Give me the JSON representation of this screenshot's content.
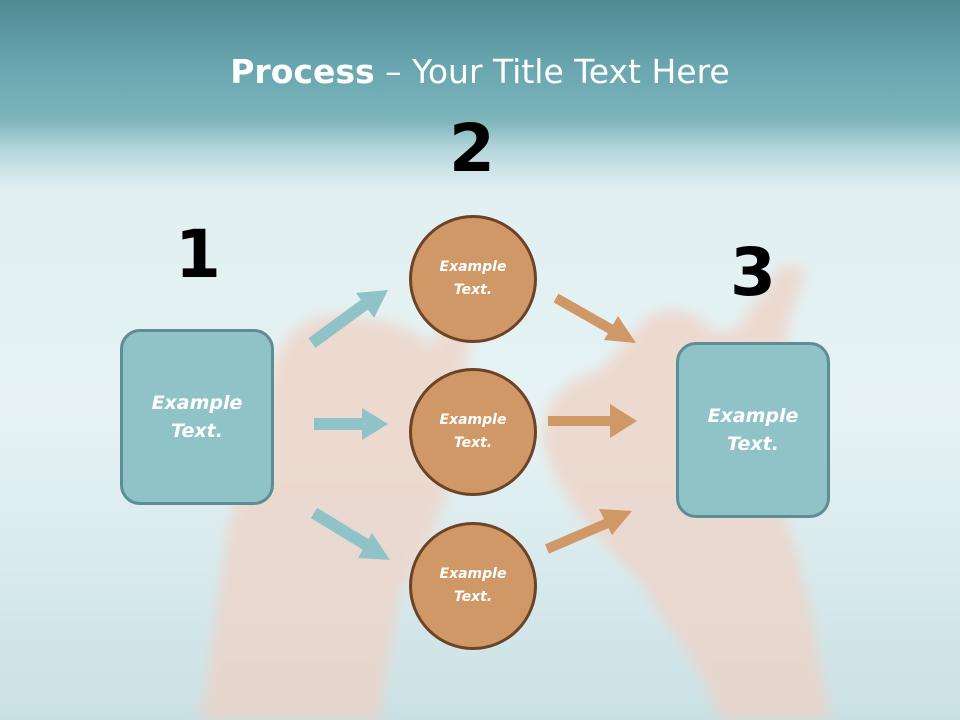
{
  "title": {
    "bold": "Process",
    "rest": " – Your Title Text Here"
  },
  "steps": {
    "one": "1",
    "two": "2",
    "three": "3"
  },
  "left_box": {
    "label": "Example\nText."
  },
  "right_box": {
    "label": "Example\nText."
  },
  "circles": [
    {
      "label": "Example\nText."
    },
    {
      "label": "Example\nText."
    },
    {
      "label": "Example\nText."
    }
  ],
  "colors": {
    "teal": "#8fc3c7",
    "orange": "#cf9866",
    "circle_border": "#6d4327",
    "box_border": "#5e8d93"
  },
  "icons": {
    "arrow": "right-arrow-icon"
  }
}
